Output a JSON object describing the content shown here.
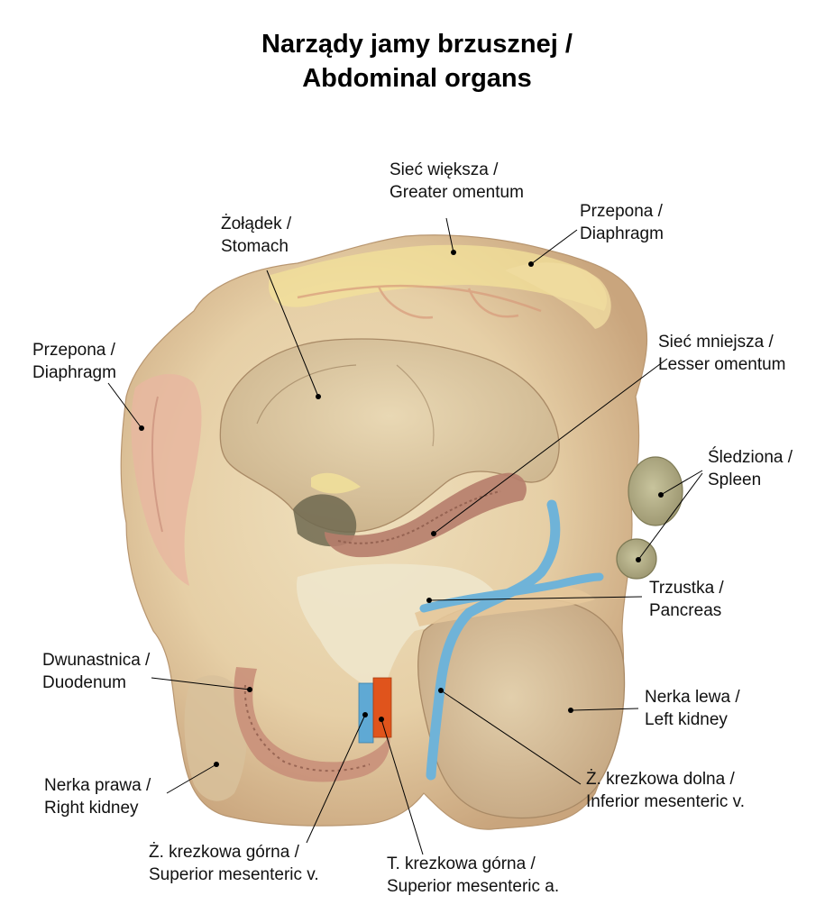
{
  "title": {
    "line1": "Narządy jamy brzusznej /",
    "line2": "Abdominal organs"
  },
  "colors": {
    "tissue": "#e6cfa6",
    "tissue_dark": "#c9a57d",
    "omentum": "#f3e29a",
    "diaphragm": "#e8b7a0",
    "vein": "#6fb3d8",
    "artery": "#e0541c",
    "spleen": "#b9b48a",
    "kidney": "#d8c19b",
    "intestine": "#b67d6b",
    "leader": "#000000"
  },
  "labels": {
    "siec_wieksza": {
      "pl": "Sieć większa /",
      "en": "Greater omentum"
    },
    "przepona_top": {
      "pl": "Przepona /",
      "en": "Diaphragm"
    },
    "zoladek": {
      "pl": "Żołądek /",
      "en": "Stomach"
    },
    "przepona_left": {
      "pl": "Przepona /",
      "en": "Diaphragm"
    },
    "siec_mniejsza": {
      "pl": "Sieć mniejsza /",
      "en": "Lesser omentum"
    },
    "sledziona": {
      "pl": "Śledziona /",
      "en": "Spleen"
    },
    "trzustka": {
      "pl": "Trzustka /",
      "en": "Pancreas"
    },
    "dwunastnica": {
      "pl": "Dwunastnica /",
      "en": "Duodenum"
    },
    "nerka_lewa": {
      "pl": "Nerka lewa /",
      "en": "Left kidney"
    },
    "krezkowa_dolna": {
      "pl": "Ż. krezkowa  dolna /",
      "en": "Inferior mesenteric v."
    },
    "nerka_prawa": {
      "pl": "Nerka prawa /",
      "en": "Right kidney"
    },
    "krezkowa_gorna_v": {
      "pl": "Ż. krezkowa  górna /",
      "en": "Superior mesenteric v."
    },
    "krezkowa_gorna_a": {
      "pl": "T. krezkowa  górna /",
      "en": "Superior mesenteric a."
    }
  }
}
